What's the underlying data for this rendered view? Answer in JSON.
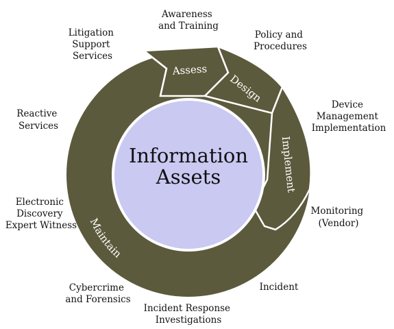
{
  "diagram": {
    "center": {
      "line1": "Information",
      "line2": "Assets"
    },
    "segments": {
      "assess": "Assess",
      "design": "Design",
      "implement": "Implement",
      "maintain": "Maintain"
    },
    "services": {
      "awareness": [
        "Awareness",
        "and Training"
      ],
      "policy": [
        "Policy and",
        "Procedures"
      ],
      "device": [
        "Device",
        "Management",
        "Implementation"
      ],
      "monitoring": [
        "Monitoring",
        "(Vendor)"
      ],
      "incident": [
        "Incident"
      ],
      "incident_response": [
        "Incident Response",
        "Investigations"
      ],
      "cybercrime": [
        "Cybercrime",
        "and Forensics"
      ],
      "ediscovery": [
        "Electronic",
        "Discovery",
        "Expert Witness"
      ],
      "reactive": [
        "Reactive",
        "Services"
      ],
      "litigation": [
        "Litigation",
        "Support",
        "Services"
      ]
    },
    "colors": {
      "ring": "#5c5a3c",
      "segment_border": "#ffffff",
      "center_fill": "#c9c9f2",
      "center_stroke": "#ffffff",
      "segment_text": "#ffffff",
      "text": "#111111"
    }
  }
}
